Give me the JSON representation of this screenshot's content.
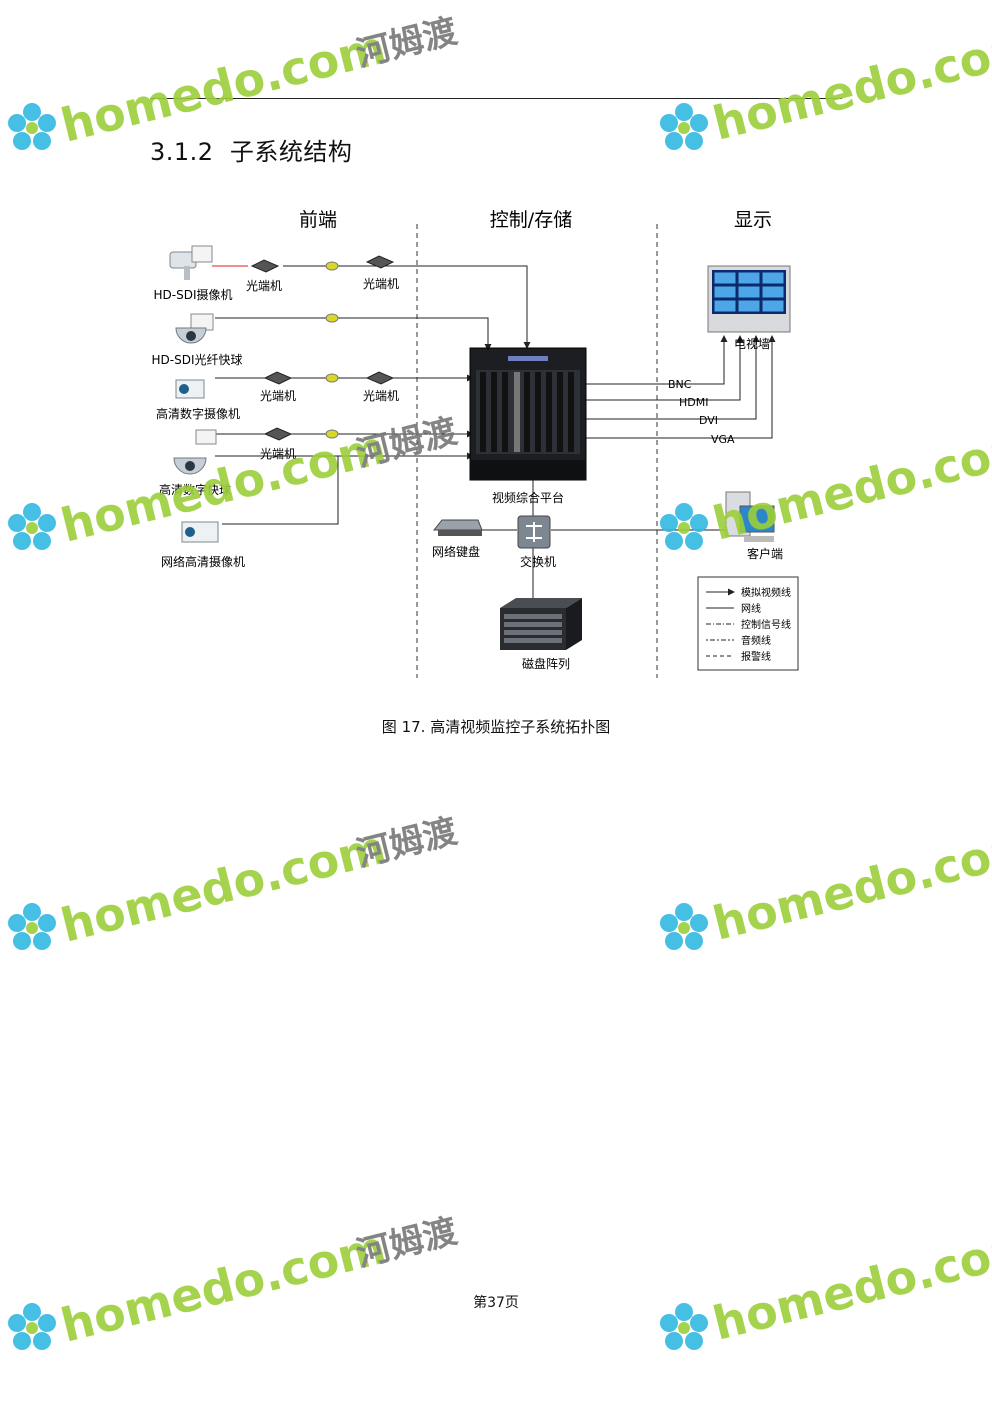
{
  "section": {
    "number": "3.1.2",
    "title": "子系统结构"
  },
  "diagram": {
    "columns": {
      "front": "前端",
      "control": "控制/存储",
      "display": "显示"
    },
    "devices": {
      "hdsdi_camera": "HD-SDI摄像机",
      "hdsdi_dome": "HD-SDI光纤快球",
      "hd_digital_camera": "高清数字摄像机",
      "hd_digital_dome": "高清数字快球",
      "network_camera": "网络高清摄像机",
      "optical_transceiver": "光端机",
      "platform": "视频综合平台",
      "video_wall": "电视墙",
      "keyboard": "网络键盘",
      "switch": "交换机",
      "disk_array": "磁盘阵列",
      "client": "客户端"
    },
    "signals": {
      "bnc": "BNC",
      "hdmi": "HDMI",
      "dvi": "DVI",
      "vga": "VGA"
    },
    "legend": {
      "analog_video": "模拟视频线",
      "network": "网线",
      "control": "控制信号线",
      "audio": "音频线",
      "alarm": "报警线"
    }
  },
  "caption": "图 17. 高清视频监控子系统拓扑图",
  "footer": "第37页",
  "watermark": {
    "latin": "homedo.com",
    "cjk": "河姆渡"
  },
  "colors": {
    "wm_green": "#9ccf3a",
    "wm_blue": "#33b9e2",
    "wm_gray": "#777777",
    "line": "#222222"
  }
}
